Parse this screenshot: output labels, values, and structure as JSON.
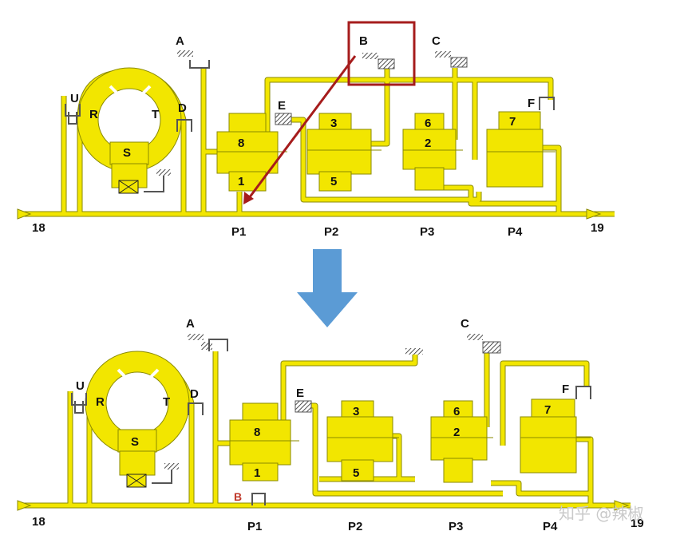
{
  "top": {
    "inlet": "18",
    "outlet": "19",
    "planets": [
      "P1",
      "P2",
      "P3",
      "P4"
    ],
    "brakes": {
      "A": "A",
      "B": "B",
      "C": "C",
      "D": "D",
      "E": "E",
      "F": "F"
    },
    "ring_labels": {
      "U": "U",
      "R": "R",
      "T": "T",
      "S": "S"
    },
    "gears": {
      "g1": "1",
      "g2": "2",
      "g3": "3",
      "g5": "5",
      "g6": "6",
      "g7": "7",
      "g8": "8"
    }
  },
  "bottom": {
    "inlet": "18",
    "outlet": "19",
    "planets": [
      "P1",
      "P2",
      "P3",
      "P4"
    ],
    "brakes": {
      "A": "A",
      "B": "B",
      "C": "C",
      "D": "D",
      "E": "E",
      "F": "F"
    },
    "ring_labels": {
      "U": "U",
      "R": "R",
      "T": "T",
      "S": "S"
    },
    "gears": {
      "g1": "1",
      "g2": "2",
      "g3": "3",
      "g5": "5",
      "g6": "6",
      "g7": "7",
      "g8": "8"
    }
  },
  "watermark": "知乎 @辣椒",
  "colors": {
    "yellow": "#f2e600",
    "outline": "#7a7a00",
    "highlight_box": "#a61c1c",
    "arrow_blue": "#5b9bd5",
    "label_red": "#c0392b"
  }
}
